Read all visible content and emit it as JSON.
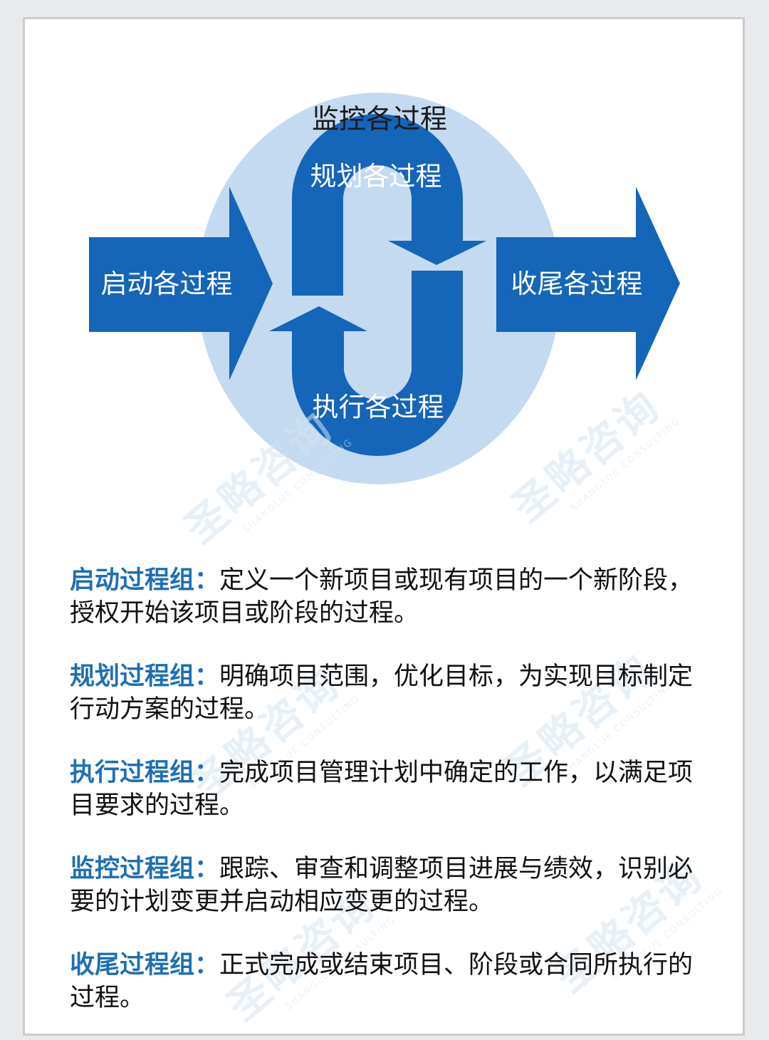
{
  "diagram": {
    "monitor_label": "监控各过程",
    "plan_label": "规划各过程",
    "execute_label": "执行各过程",
    "initiate_label": "启动各过程",
    "close_label": "收尾各过程"
  },
  "watermark": {
    "cn": "圣略咨询",
    "en": "SHANGLUE CONSULTING"
  },
  "descriptions": [
    {
      "term": "启动过程组：",
      "text": "定义一个新项目或现有项目的一个新阶段，授权开始该项目或阶段的过程。"
    },
    {
      "term": "规划过程组：",
      "text": "明确项目范围，优化目标，为实现目标制定行动方案的过程。"
    },
    {
      "term": "执行过程组：",
      "text": "完成项目管理计划中确定的工作，以满足项目要求的过程。"
    },
    {
      "term": "监控过程组：",
      "text": "跟踪、审查和调整项目进展与绩效，识别必要的计划变更并启动相应变更的过程。"
    },
    {
      "term": "收尾过程组：",
      "text": "正式完成或结束项目、阶段或合同所执行的过程。"
    }
  ],
  "colors": {
    "primary_blue": "#1565b8",
    "light_blue": "#c3daf0",
    "term_blue": "#1d6fb5"
  }
}
